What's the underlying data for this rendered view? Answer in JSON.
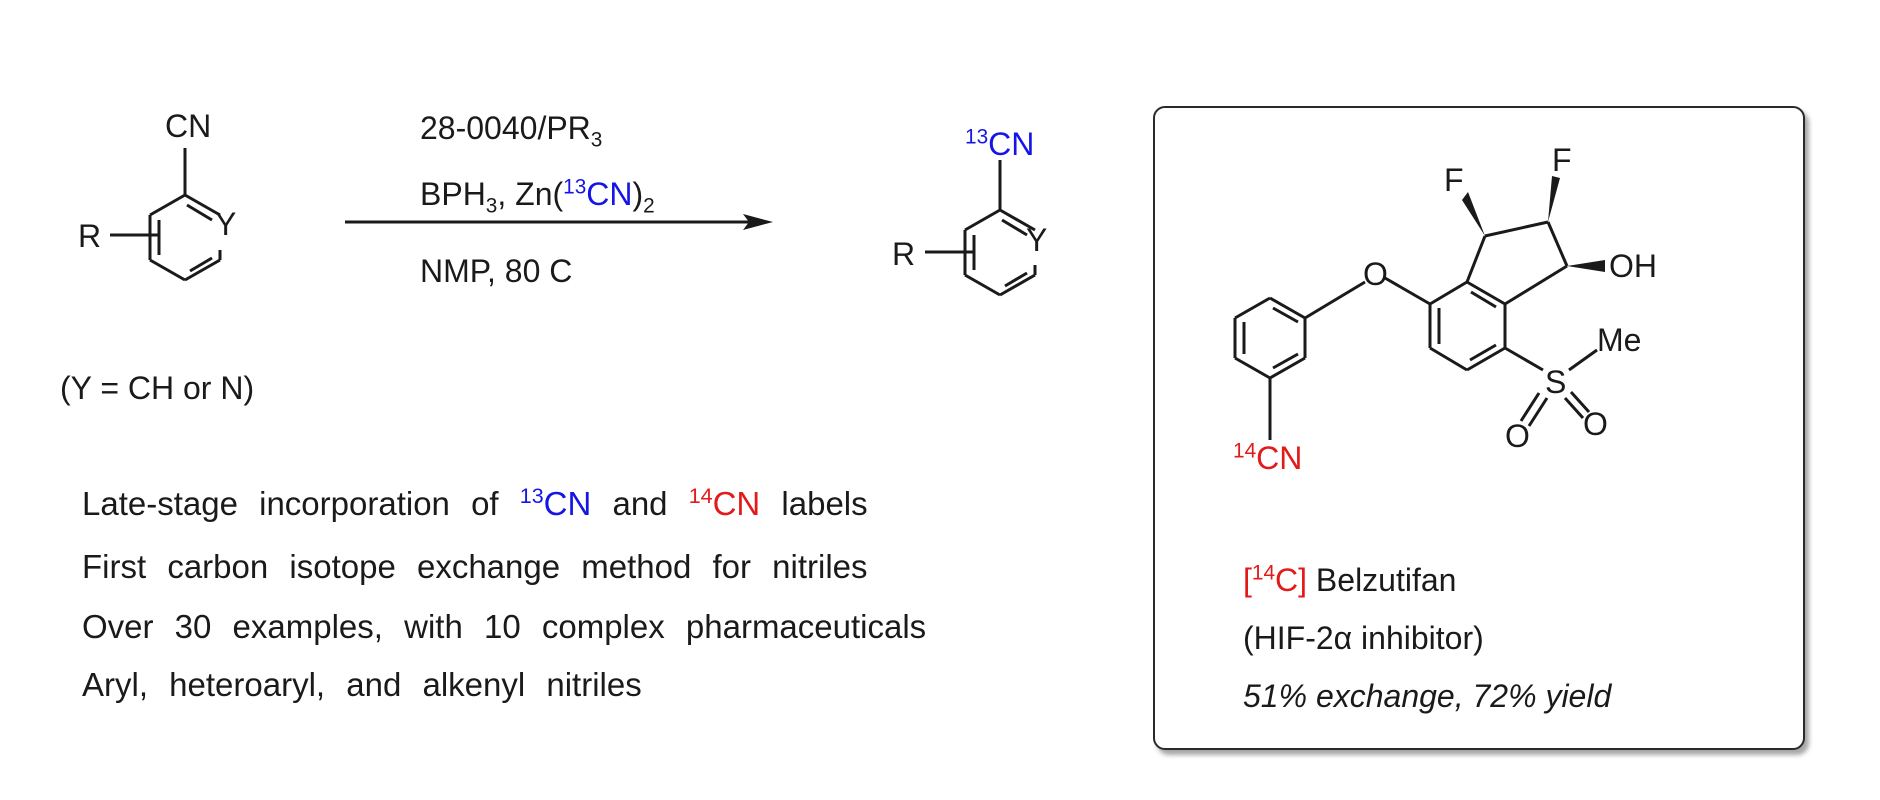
{
  "reactant": {
    "cn": "CN",
    "y": "Y",
    "r": "R",
    "note": "(Y = CH or N)"
  },
  "conditions": {
    "line1_main": "28-0040/PR",
    "line1_sub": "3",
    "line2_a": "BPH",
    "line2_a_sub": "3",
    "line2_b": ", Zn(",
    "line2_iso": "13",
    "line2_c": "CN",
    "line2_d": ")",
    "line2_d_sub": "2",
    "line3": "NMP, 80 C"
  },
  "product": {
    "iso": "13",
    "cn": "CN",
    "y": "Y",
    "r": "R"
  },
  "features": {
    "line1_a": "Late-stage incorporation of ",
    "iso13": "13",
    "cn13": "CN",
    "and": " and ",
    "iso14": "14",
    "cn14": "CN",
    "labels": " labels",
    "line2": "First carbon isotope exchange method for nitriles",
    "line3": "Over 30 examples, with 10 complex pharmaceuticals",
    "line4": "Aryl, heteroaryl, and alkenyl nitriles"
  },
  "belzutifan": {
    "f1": "F",
    "f2": "F",
    "oh": "OH",
    "o": "O",
    "s": "S",
    "me": "Me",
    "o_a": "O",
    "o_b": "O",
    "iso14": "14",
    "cn": "CN",
    "name_bracket_open": "[",
    "name_iso": "14",
    "name_c": "C",
    "name_bracket_close": "]",
    "name_rest": " Belzutifan",
    "class": "(HIF-2α inhibitor)",
    "result": "51% exchange, 72% yield"
  },
  "colors": {
    "label13": "#1515e6",
    "label14": "#e31a1a"
  }
}
